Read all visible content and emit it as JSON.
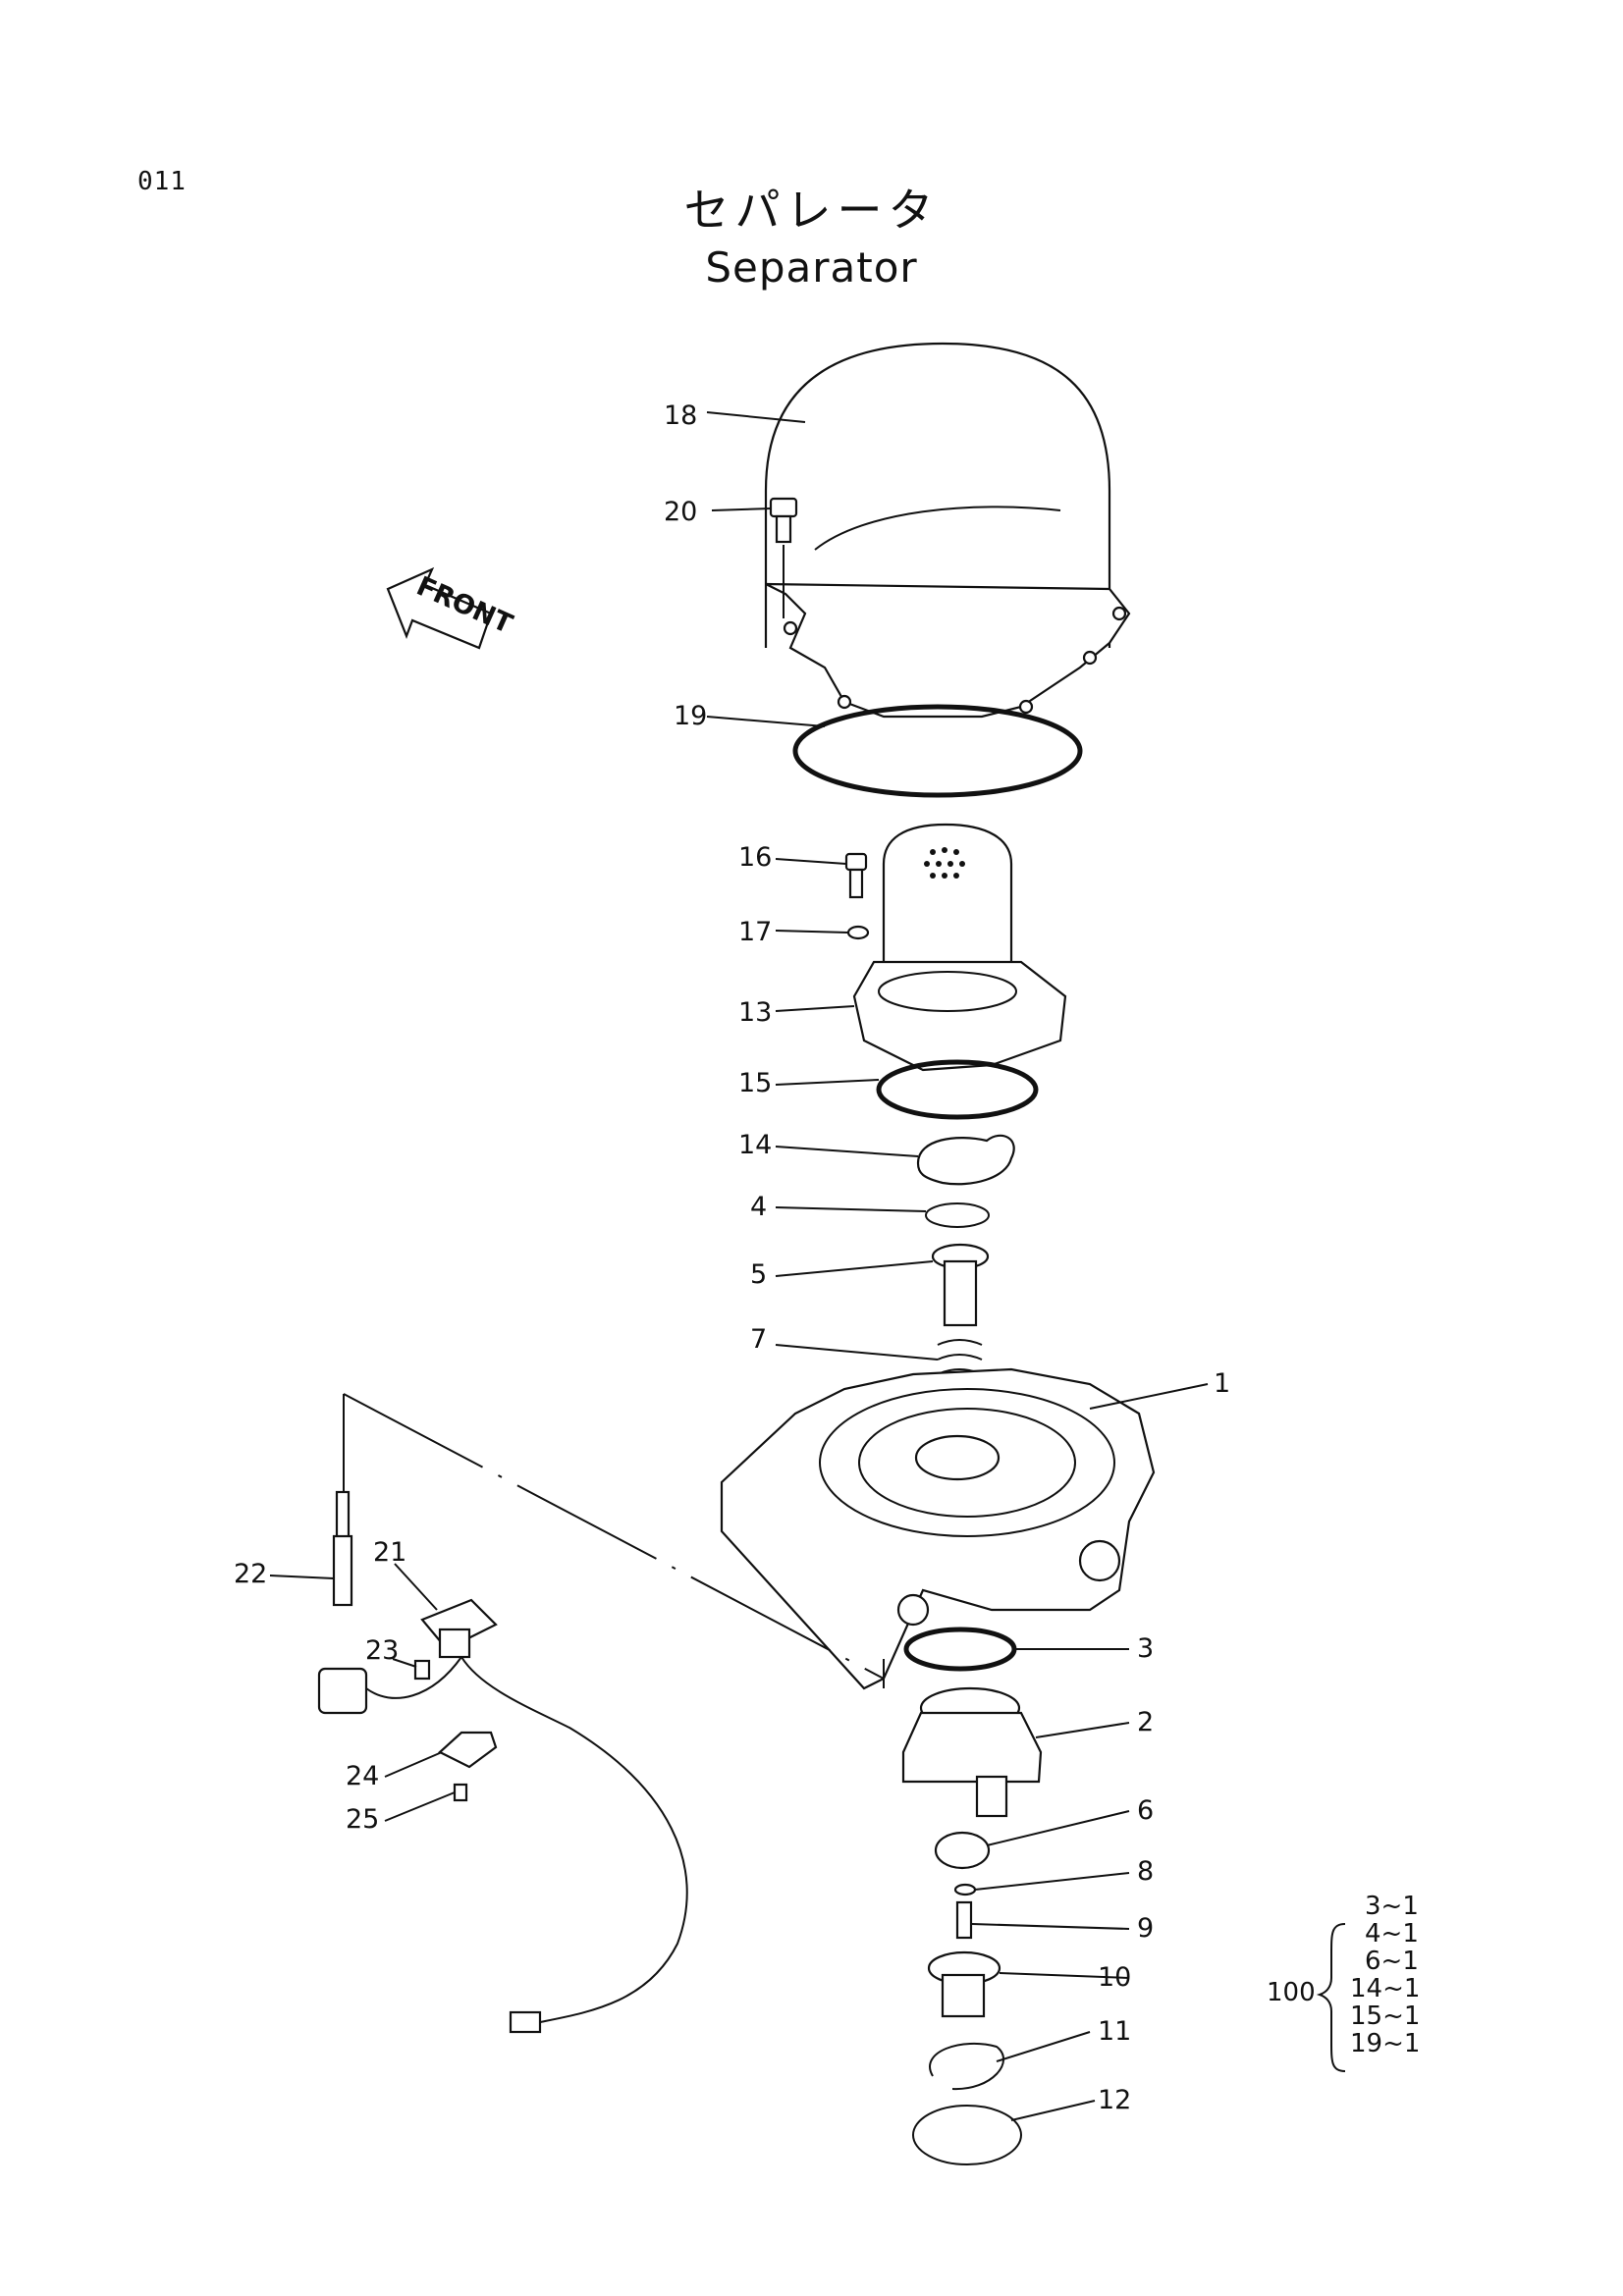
{
  "page_number": "011",
  "title_jp": "セパレータ",
  "title_en": "Separator",
  "front_label": "FRONT",
  "callouts": [
    "1",
    "2",
    "3",
    "4",
    "5",
    "6",
    "7",
    "8",
    "9",
    "10",
    "11",
    "12",
    "13",
    "14",
    "15",
    "16",
    "17",
    "18",
    "19",
    "20",
    "21",
    "22",
    "23",
    "24",
    "25"
  ],
  "kit": {
    "number": "100",
    "items": [
      "3~1",
      "4~1",
      "6~1",
      "14~1",
      "15~1",
      "19~1"
    ]
  }
}
